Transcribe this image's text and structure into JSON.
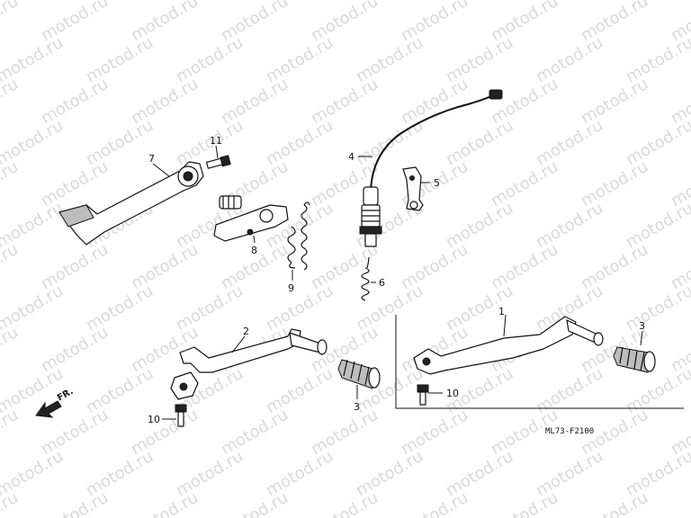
{
  "watermark": "motod.ru",
  "direction_arrow": {
    "label": "FR."
  },
  "diagram_code": "ML73-F2100",
  "callouts": [
    {
      "id": "c1",
      "label": "1"
    },
    {
      "id": "c2",
      "label": "2"
    },
    {
      "id": "c3a",
      "label": "3"
    },
    {
      "id": "c3b",
      "label": "3"
    },
    {
      "id": "c4",
      "label": "4"
    },
    {
      "id": "c5",
      "label": "5"
    },
    {
      "id": "c6",
      "label": "6"
    },
    {
      "id": "c7",
      "label": "7"
    },
    {
      "id": "c8",
      "label": "8"
    },
    {
      "id": "c9",
      "label": "9"
    },
    {
      "id": "c10a",
      "label": "10"
    },
    {
      "id": "c10b",
      "label": "10"
    },
    {
      "id": "c11",
      "label": "11"
    }
  ]
}
